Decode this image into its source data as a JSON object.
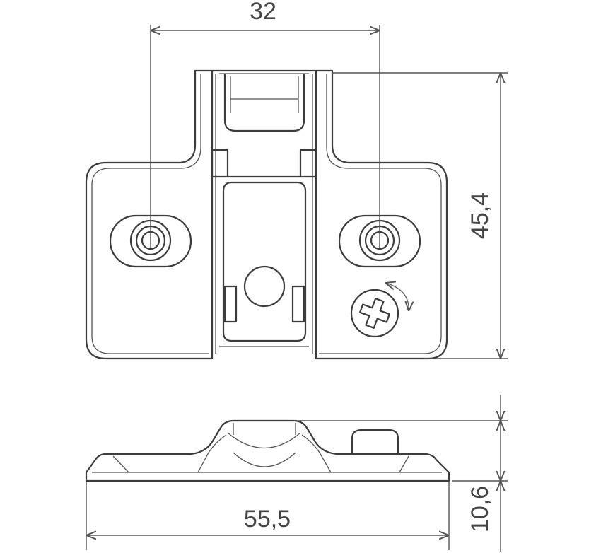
{
  "drawing": {
    "dimensions": {
      "hole_spacing": "32",
      "height": "45,4",
      "length": "55,5",
      "thickness": "10,6"
    },
    "colors": {
      "line": "#3c3c3c",
      "dimension": "#555555",
      "background": "#ffffff"
    }
  }
}
